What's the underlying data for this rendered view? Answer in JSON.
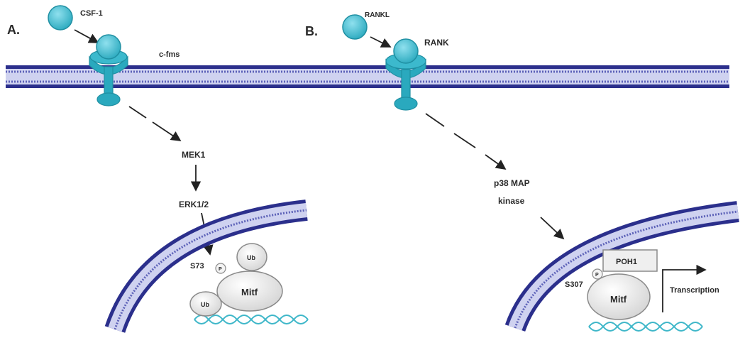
{
  "panels": {
    "a": {
      "panel_label": "A.",
      "ligand": "CSF-1",
      "receptor": "c-fms",
      "kinase_1": "MEK1",
      "kinase_2": "ERK1/2",
      "phospho_site": "S73",
      "phospho_mark": "P",
      "ubiquitin_1": "Ub",
      "ubiquitin_2": "Ub",
      "factor": "Mitf"
    },
    "b": {
      "panel_label": "B.",
      "ligand": "RANKL",
      "receptor": "RANK",
      "kinase_line_1": "p38 MAP",
      "kinase_line_2": "kinase",
      "phospho_site": "S307",
      "phospho_mark": "P",
      "partner": "POH1",
      "factor": "Mitf",
      "output": "Transcription"
    }
  },
  "colors": {
    "membrane": "#2b2f8c",
    "membrane_inner": "#9ea3d8",
    "receptor": "#2aa9be",
    "ligand": "#39bcd3",
    "dna": "#3fb7c9",
    "protein_fill": "#e8e8e8",
    "protein_stroke": "#8a8a8a"
  }
}
